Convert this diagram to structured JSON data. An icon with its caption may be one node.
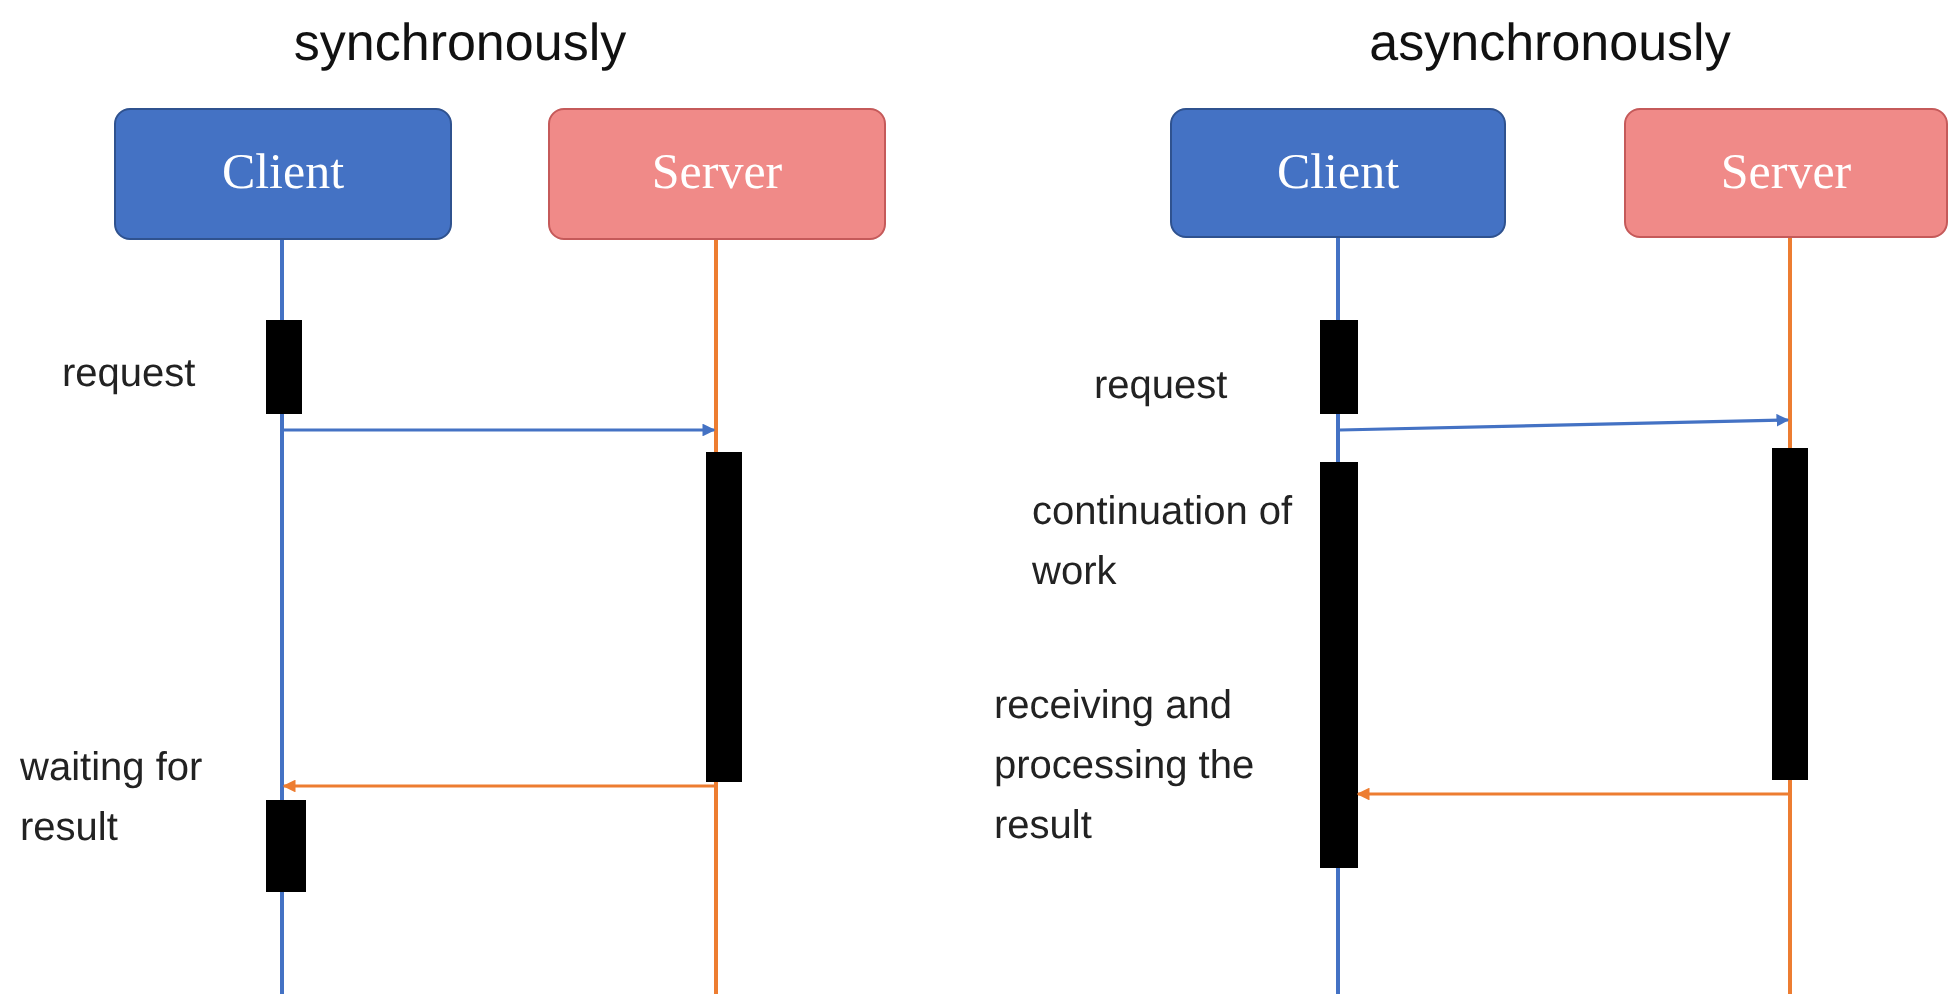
{
  "diagram": {
    "nodes": [
      {
        "text": [
          "Client"
        ]
      },
      {
        "text": [
          "Server"
        ]
      },
      {
        "text": [
          "Client"
        ]
      },
      {
        "text": [
          "Server"
        ]
      },
      {
        "text": [],
        "shape": "line"
      },
      {
        "text": [],
        "shape": "line"
      },
      {
        "text": [],
        "shape": "line"
      },
      {
        "text": [],
        "shape": "line"
      },
      {
        "text": [],
        "shape": "bar",
        "beside": [
          "request"
        ]
      },
      {
        "text": [],
        "shape": "bar"
      },
      {
        "text": [],
        "shape": "bar",
        "beside": [
          "waiting for result"
        ]
      },
      {
        "text": [],
        "shape": "bar",
        "beside": [
          "request"
        ]
      },
      {
        "text": [],
        "shape": "bar",
        "beside": [
          "continuation of work",
          "receiving and processing the result"
        ]
      },
      {
        "text": [],
        "shape": "bar"
      }
    ],
    "edges": [
      {
        "from": 4,
        "to": 5,
        "arrow": "to",
        "color": "#4472c4"
      },
      {
        "from": 5,
        "to": 4,
        "arrow": "to",
        "color": "#ed7d31"
      },
      {
        "from": 6,
        "to": 7,
        "arrow": "to",
        "color": "#4472c4"
      },
      {
        "from": 7,
        "to": 12,
        "arrow": "to",
        "color": "#ed7d31"
      }
    ],
    "labels": [
      "synchronously",
      "asynchronously"
    ]
  }
}
